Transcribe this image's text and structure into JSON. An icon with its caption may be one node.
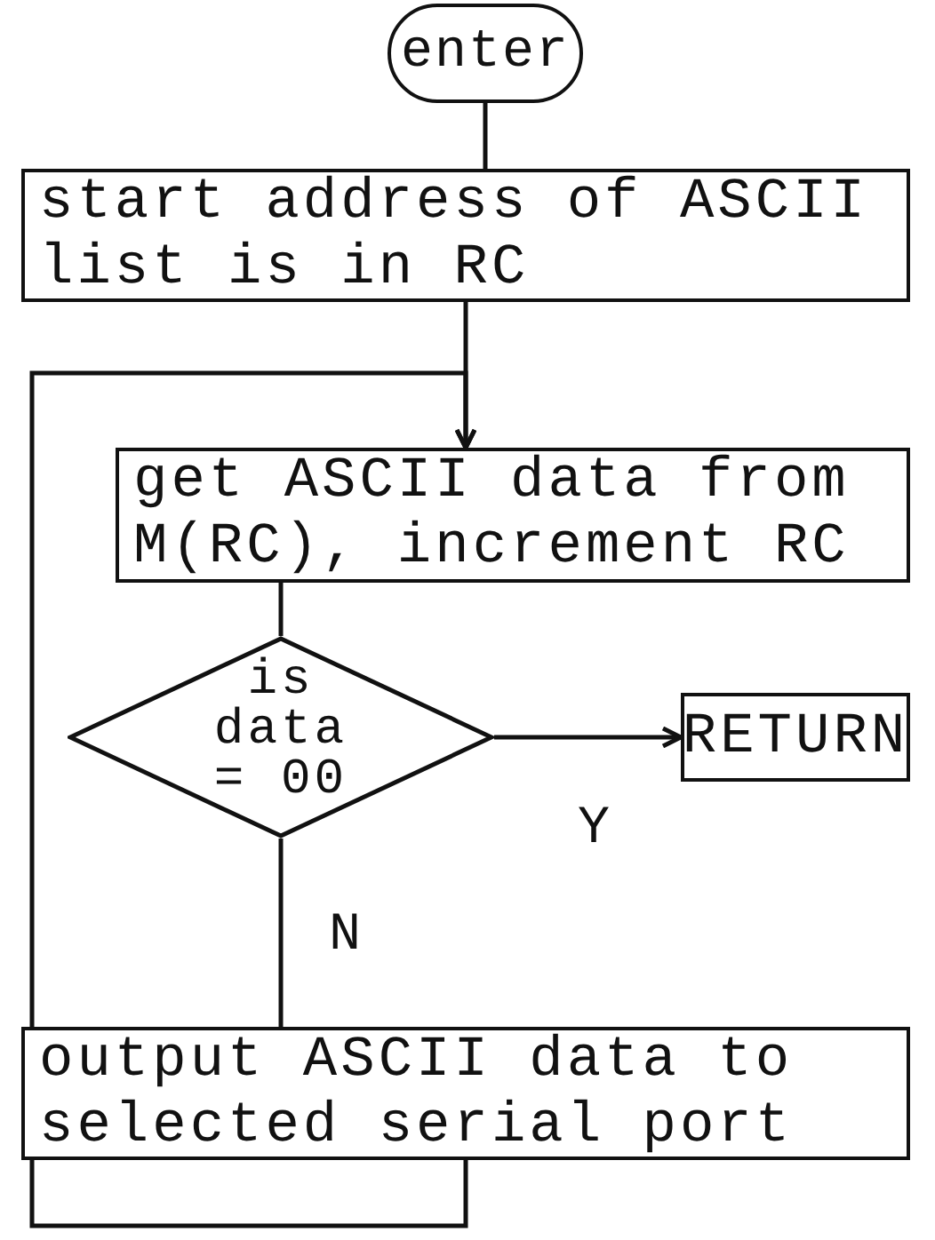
{
  "diagram": {
    "nodes": [
      {
        "text": [
          "enter"
        ]
      },
      {
        "text": [
          "start address of ASCII list is in RC"
        ]
      },
      {
        "text": [
          "get ASCII data from M(RC), increment RC"
        ]
      },
      {
        "text": [
          "is data = 00"
        ]
      },
      {
        "text": [
          "RETURN"
        ]
      },
      {
        "text": [
          "output ASCII data to selected serial port"
        ]
      }
    ],
    "edges": [
      {
        "from": 0,
        "to": 1,
        "arrow": "none"
      },
      {
        "from": 1,
        "to": 2,
        "arrow": "to"
      },
      {
        "from": 2,
        "to": 3,
        "arrow": "none"
      },
      {
        "from": 3,
        "to": 4,
        "arrow": "to",
        "label": "Y"
      },
      {
        "from": 3,
        "to": 5,
        "arrow": "none",
        "label": "N"
      },
      {
        "from": 5,
        "to": 2,
        "arrow": "to"
      }
    ]
  }
}
